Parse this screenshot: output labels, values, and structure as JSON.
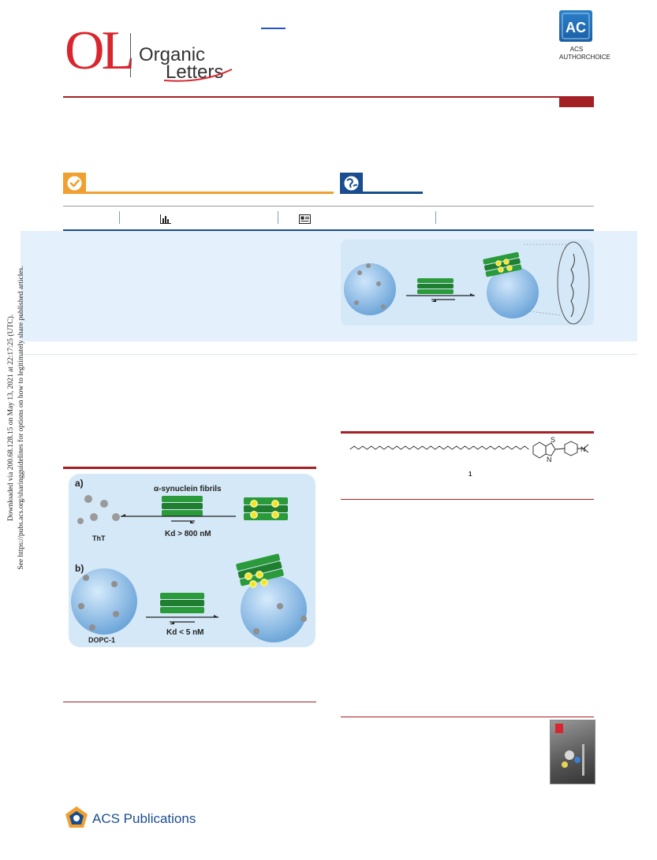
{
  "journal": {
    "logo_initials": "OL",
    "name_line1": "Organic",
    "name_line2": "Letters"
  },
  "authorchoice": {
    "badge": "AC",
    "line1": "ACS",
    "line2": "AUTHORCHOICE"
  },
  "sidebar": {
    "line1": "Downloaded via 200.68.128.15 on May 13, 2021 at 22:17:25 (UTC).",
    "line2": "See https://pubs.acs.org/sharingguidelines for options on how to legitimately share published articles."
  },
  "figure": {
    "panel_a": "a)",
    "panel_b": "b)",
    "fibrils_label": "α-synuclein fibrils",
    "kd_a": "Kd > 800 nM",
    "kd_b": "Kd < 5 nM",
    "tht_label": "ThT",
    "dopc_label": "DOPC-1"
  },
  "compound": {
    "number": "1",
    "atom_s": "S",
    "atom_n": "N",
    "atom_n2": "N"
  },
  "publisher": {
    "name": "ACS Publications"
  },
  "colors": {
    "brand_red": "#a32025",
    "logo_red": "#d9262e",
    "accent_orange": "#f0a030",
    "accent_blue": "#1a4d8f",
    "abstract_bg": "#e4f0fb"
  }
}
